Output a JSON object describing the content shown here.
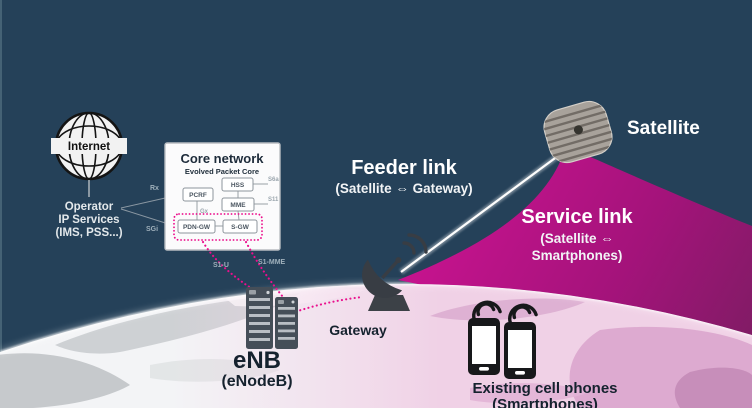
{
  "palette": {
    "sky": "#254159",
    "beam_magenta": "#b5107f",
    "beam_dark": "#7f1c64",
    "earth_white": "#f3f4f6",
    "earth_gray_land": "#c6c9cc",
    "earth_pink": "#f3d6e9",
    "earth_pink_land": "#d9a3cb",
    "dotted_link_pink": "#ea0f8d",
    "dark_text": "#15222e",
    "icon_dark": "#383d44"
  },
  "satellite": {
    "label": "Satellite"
  },
  "feeder_link": {
    "title": "Feeder link",
    "subtitle": "(Satellite ⇔ Gateway)"
  },
  "service_link": {
    "title": "Service link",
    "subtitle1": "(Satellite ⇔",
    "subtitle2": "Smartphones)"
  },
  "internet": {
    "globe_label": "Internet",
    "caption1": "Operator",
    "caption2": "IP Services",
    "caption3": "(IMS, PSS...)"
  },
  "core": {
    "title": "Core network",
    "subtitle": "Evolved Packet Core",
    "pcrf": "PCRF",
    "hss": "HSS",
    "mme": "MME",
    "pdngw": "PDN-GW",
    "sgw": "S-GW",
    "if_rx": "Rx",
    "if_sgi": "SGi",
    "if_gx": "Gx",
    "if_s6a": "S6a",
    "if_s11": "S11",
    "if_s1u": "S1-U",
    "if_s1mme": "S1-MME"
  },
  "enb": {
    "title": "eNB",
    "subtitle": "(eNodeB)"
  },
  "gateway": {
    "label": "Gateway"
  },
  "phones": {
    "title": "Existing cell phones",
    "subtitle": "(Smartphones)"
  }
}
